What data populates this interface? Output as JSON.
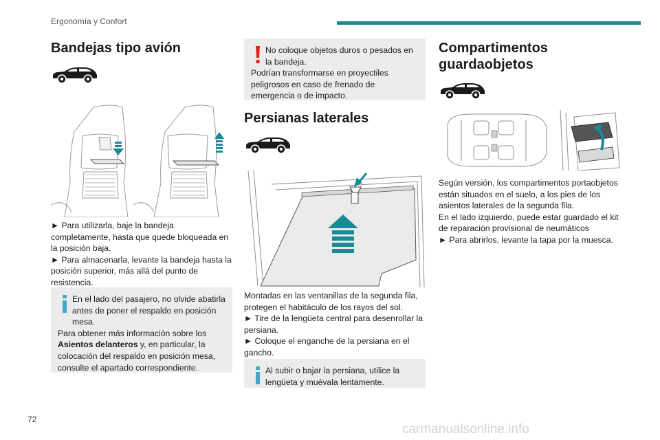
{
  "header": {
    "section_title": "Ergonomía y Confort"
  },
  "page": {
    "number": "72"
  },
  "watermark": "carmanualsonline.info",
  "colors": {
    "accent": "#1a8a96",
    "warning": "#e4231b",
    "info": "#46a6c9",
    "note_bg": "#ececec"
  },
  "col1": {
    "title": "Bandejas tipo avión",
    "icon": "car-side-icon",
    "steps": [
      "► Para utilizarla, baje la bandeja completamente, hasta que quede bloqueada en la posición baja.",
      "► Para almacenarla, levante la bandeja hasta la posición superior, más allá del punto de resistencia."
    ],
    "note": {
      "icon": "info-icon",
      "line1": "En el lado del pasajero, no olvide abatirla antes de poner el respaldo en posición mesa.",
      "line2_pre": "Para obtener más información sobre los ",
      "line2_bold": "Asientos delanteros",
      "line2_post": " y, en particular, la colocación del respaldo en posición mesa, consulte el apartado correspondiente."
    }
  },
  "col2": {
    "warning": {
      "icon": "warning-icon",
      "line1": "No coloque objetos duros o pesados en la bandeja.",
      "line2": "Podrían transformarse en proyectiles peligrosos en caso de frenado de emergencia o de impacto."
    },
    "title": "Persianas laterales",
    "icon": "car-side-icon",
    "text": [
      "Montadas en las ventanillas de la segunda fila, protegen el habitáculo de los rayos del sol.",
      "► Tire de la lengüeta central para desenrollar la persiana.",
      "► Coloque el enganche de la persiana en el gancho."
    ],
    "note": {
      "icon": "info-icon",
      "text": "Al subir o bajar la persiana, utilice la lengüeta y muévala lentamente."
    }
  },
  "col3": {
    "title_line1": "Compartimentos",
    "title_line2": "guardaobjetos",
    "icon": "car-side-icon",
    "text": [
      "Según versión, los compartimentos portaobjetos están situados en el suelo, a los pies de los asientos laterales de la segunda fila.",
      "En el lado izquierdo, puede estar guardado el kit de reparación provisional de neumáticos",
      "► Para abrirlos, levante la tapa por la muesca."
    ]
  }
}
